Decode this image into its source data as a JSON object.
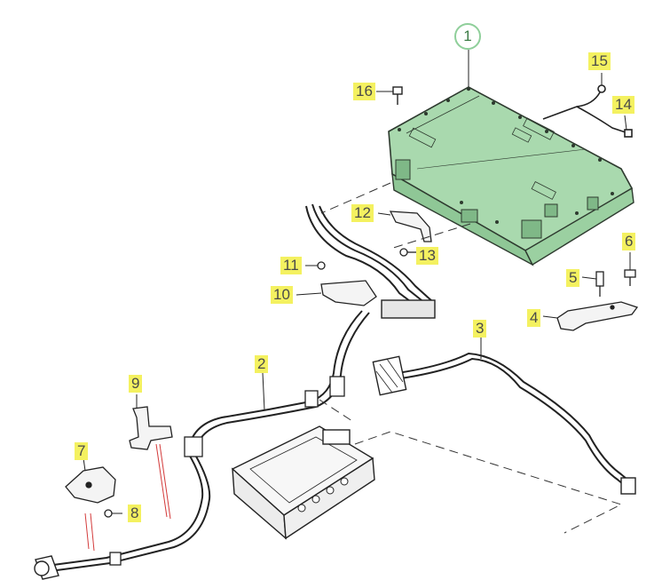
{
  "diagram": {
    "callouts": [
      {
        "id": "c1",
        "label": "1"
      },
      {
        "id": "c2",
        "label": "2"
      },
      {
        "id": "c3",
        "label": "3"
      },
      {
        "id": "c4",
        "label": "4"
      },
      {
        "id": "c5",
        "label": "5"
      },
      {
        "id": "c6",
        "label": "6"
      },
      {
        "id": "c7",
        "label": "7"
      },
      {
        "id": "c8",
        "label": "8"
      },
      {
        "id": "c9",
        "label": "9"
      },
      {
        "id": "c10",
        "label": "10"
      },
      {
        "id": "c11",
        "label": "11"
      },
      {
        "id": "c12",
        "label": "12"
      },
      {
        "id": "c13",
        "label": "13"
      },
      {
        "id": "c14",
        "label": "14"
      },
      {
        "id": "c15",
        "label": "15"
      },
      {
        "id": "c16",
        "label": "16"
      }
    ],
    "colors": {
      "battery_fill": "#a9d9ae",
      "battery_stroke": "#2e3a2f",
      "line": "#222222",
      "callout_bg": "#f4f160",
      "callout_text": "#4a4a4a",
      "circle_ring": "#8fcf9a",
      "leader_red": "#d33a3a"
    }
  }
}
